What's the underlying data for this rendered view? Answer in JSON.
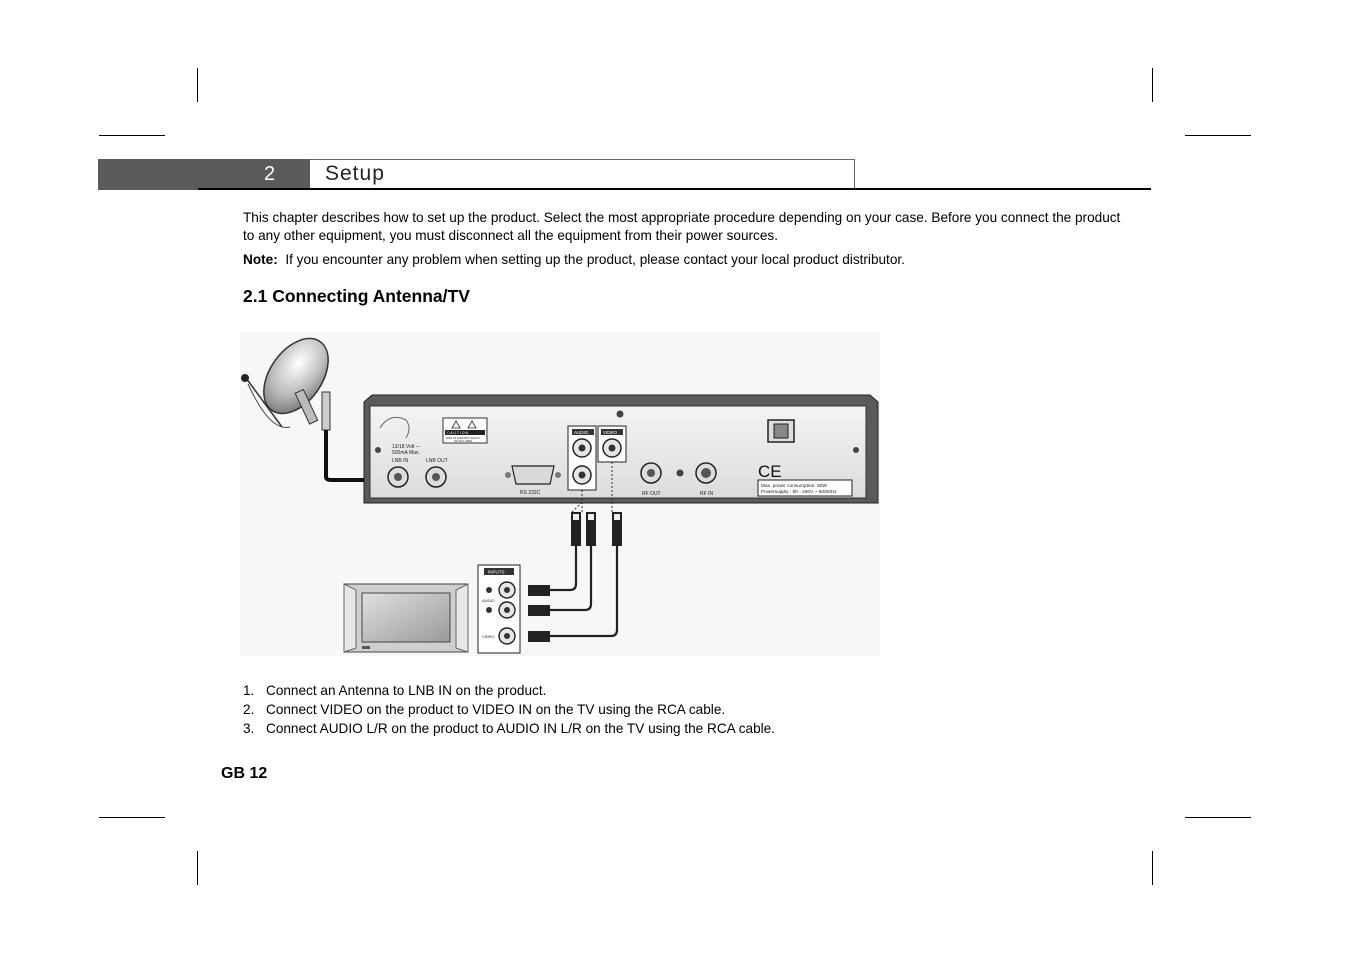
{
  "chapter": {
    "number": "2",
    "title": "Setup"
  },
  "intro": "This chapter describes how to set up the product. Select the most appropriate procedure depending on your case. Before you connect the product to any other equipment, you must disconnect all the equipment from their power sources.",
  "note": {
    "label": "Note:",
    "text": "If you encounter any problem when setting up the product, please contact your local product distributor."
  },
  "section": {
    "heading": "2.1 Connecting Antenna/TV"
  },
  "diagram": {
    "receiver_labels": {
      "lnb_spec_1": "13/18 Volt ---",
      "lnb_spec_2": "500mA Max.",
      "lnb_in": "LNB IN",
      "lnb_out": "LNB OUT",
      "caution": "C A U T I O N",
      "caution_sub_1": "RISK OF ELECTRIC SHOCK",
      "caution_sub_2": "DO NOT OPEN",
      "rs232": "RS 232C",
      "audio": "AUDIO",
      "video": "VIDEO",
      "rf_out": "RF OUT",
      "rf_in": "RF IN",
      "ce": "CE",
      "power_1": "Max. power consumption: 30W",
      "power_2": "Powersupply : 90 - 250V ~ 50/60Hz"
    },
    "tv_labels": {
      "inputs": "INPUTS",
      "audio": "AUDIO",
      "video": "VIDEO"
    }
  },
  "steps": [
    {
      "num": "1.",
      "text": "Connect an Antenna to LNB IN on the product."
    },
    {
      "num": "2.",
      "text": "Connect VIDEO on the product to VIDEO IN on the TV using the RCA cable."
    },
    {
      "num": "3.",
      "text": "Connect AUDIO L/R on the product to AUDIO IN L/R on the TV using the RCA cable."
    }
  ],
  "page_number": "GB 12"
}
